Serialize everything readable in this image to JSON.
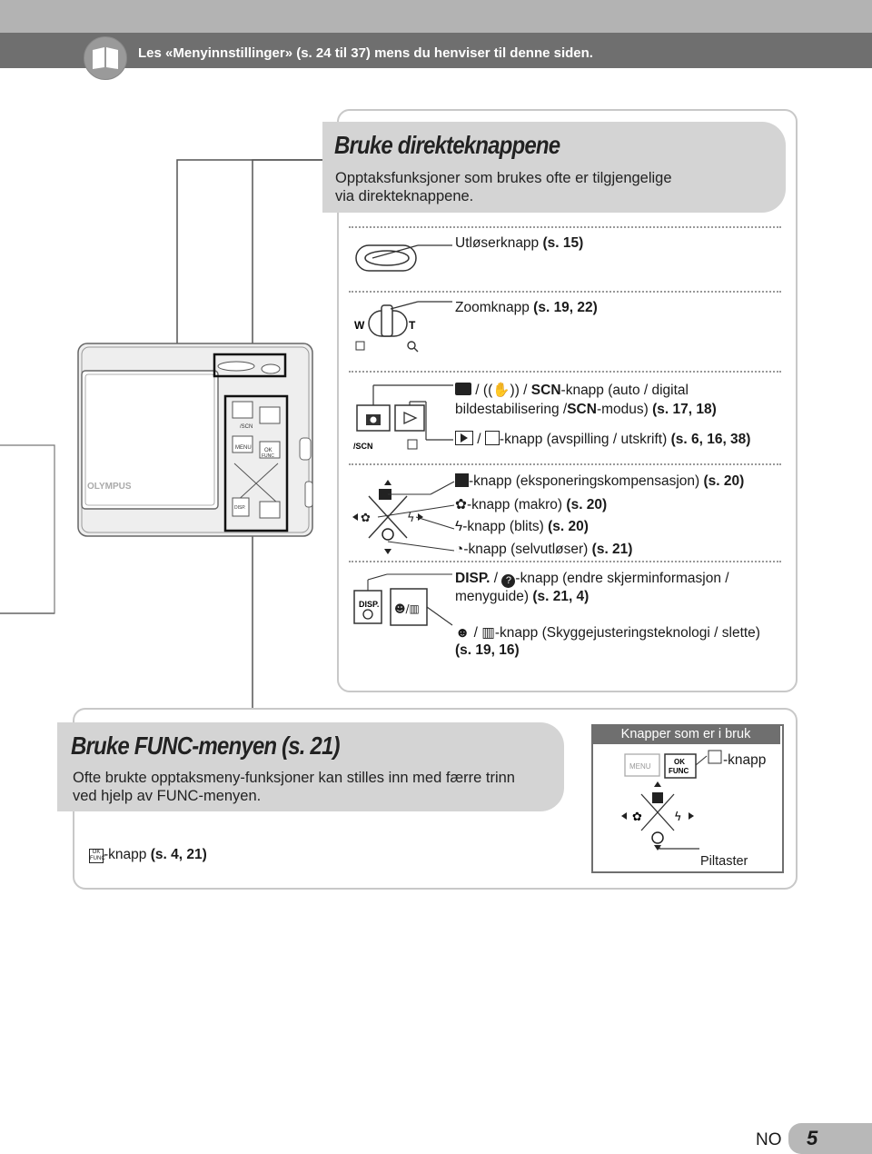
{
  "header": {
    "text": "Les «Menyinnstillinger» (s. 24 til 37) mens du henviser til denne siden."
  },
  "direct": {
    "title": "Bruke direkteknappene",
    "desc_1": "Opptaksfunksjoner som brukes ofte er tilgjengelige",
    "desc_2": "via direkteknappene.",
    "shutter": {
      "label": "Utløserknapp",
      "ref": "(s. 15)"
    },
    "zoom": {
      "label": "Zoomknapp",
      "ref": "(s. 19, 22)",
      "w": "W",
      "t": "T"
    },
    "mode_1a": "-knapp (auto / digital",
    "mode_1b": "bildestabilisering /",
    "mode_1c": "-modus)",
    "mode_ref": "(s. 17, 18)",
    "play_text": "-knapp (avspilling / utskrift)",
    "play_ref": "(s. 6, 16, 38)",
    "exp_text": "-knapp (eksponeringskompensasjon)",
    "exp_ref": "(s. 20)",
    "macro_text": "-knapp (makro)",
    "macro_ref": "(s. 20)",
    "flash_text": "-knapp (blits)",
    "flash_ref": "(s. 20)",
    "timer_text": "-knapp (selvutløser)",
    "timer_ref": "(s. 21)",
    "disp_text_a": "DISP.",
    "disp_text_b": "-knapp (endre skjerminformasjon /",
    "disp_text_c": "menyguide)",
    "disp_ref": "(s. 21, 4)",
    "shadow_text": "-knapp (Skyggejusteringsteknologi / slette)",
    "shadow_ref": "(s. 19, 16)",
    "scn": "SCN",
    "cam_scn": "/SCN",
    "disp_small": "DISP."
  },
  "func": {
    "title": "Bruke FUNC-menyen (s. 21)",
    "desc_1": "Ofte brukte opptaksmeny-funksjoner kan stilles inn med færre trinn",
    "desc_2": "ved hjelp av FUNC-menyen.",
    "okfunc_label": "-knapp",
    "okfunc_ref": "(s. 4, 21)",
    "knapper_title": "Knapper som er i bruk",
    "knapp": "-knapp",
    "menu": "MENU",
    "ok": "OK",
    "funcword": "FUNC",
    "piltaster": "Piltaster"
  },
  "camera": {
    "brand": "OLYMPUS",
    "menu": "MENU",
    "ok": "OK",
    "func": "FUNC",
    "scn": "/SCN",
    "disp": "DISP."
  },
  "footer": {
    "lang": "NO",
    "page": "5"
  },
  "colors": {
    "header_bg": "#6f6f6f",
    "panel_border": "#c8c8c8",
    "title_band": "#d4d4d4"
  }
}
